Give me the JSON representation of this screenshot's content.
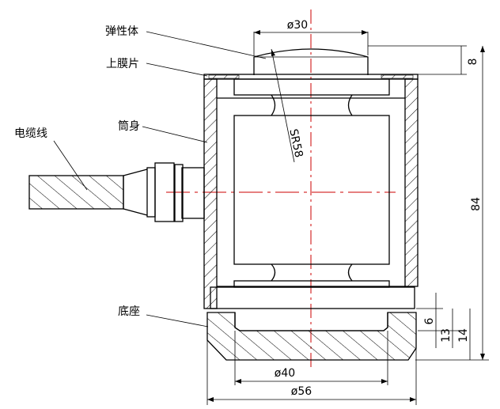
{
  "labels": {
    "elastic_body": "弹性体",
    "upper_diaphragm": "上膜片",
    "cylinder": "筒身",
    "cable": "电缆线",
    "base": "底座"
  },
  "dimensions": {
    "top_diameter": "ø30",
    "top_height": "8",
    "radius": "SR58",
    "total_height": "84",
    "base_step": "6",
    "base_mid": "13",
    "base_total": "14",
    "base_inner_diameter": "ø40",
    "base_outer_diameter": "ø56"
  }
}
